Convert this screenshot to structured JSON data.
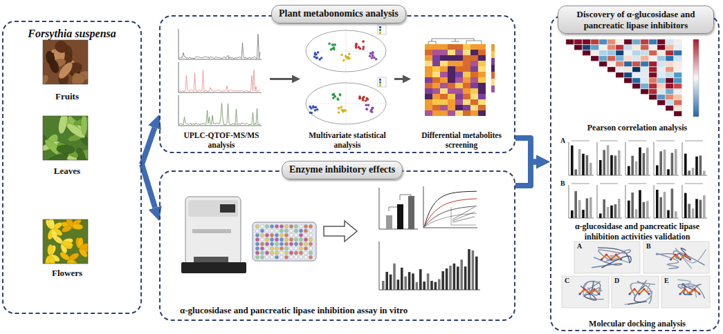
{
  "diagram": {
    "nodes": [
      {
        "text": [
          "Forsythia suspensa"
        ]
      },
      {
        "text": [
          "Fruits"
        ],
        "in": 0
      },
      {
        "text": [
          "Leaves"
        ],
        "in": 0
      },
      {
        "text": [
          "Flowers"
        ],
        "in": 0
      },
      {
        "text": [
          "Plant metabonomics analysis"
        ]
      },
      {
        "text": [
          "UPLC-QTOF-MS/MS analysis"
        ],
        "in": 4
      },
      {
        "text": [
          "Multivariate statistical analysis"
        ],
        "in": 4
      },
      {
        "text": [
          "Differential metabolites screening"
        ],
        "in": 4
      },
      {
        "text": [
          "Enzyme inhibitory effects"
        ]
      },
      {
        "text": [
          "α-glucosidase and pancreatic lipase inhibition assay in vitro"
        ],
        "in": 8
      },
      {
        "text": [
          "Discovery of α-glucosidase and pancreatic lipase inhibitors"
        ]
      },
      {
        "text": [
          "Pearson correlation analysis"
        ],
        "in": 10
      },
      {
        "text": [
          "α-glucosidase and pancreatic lipase inhibition activities validation"
        ],
        "in": 10
      },
      {
        "text": [
          "Molecular docking analysis"
        ],
        "in": 10
      }
    ],
    "edges": [
      {
        "from": 0,
        "to": 4,
        "arrow": "to"
      },
      {
        "from": 0,
        "to": 8,
        "arrow": "to"
      },
      {
        "from": 5,
        "to": 6,
        "arrow": "to"
      },
      {
        "from": 6,
        "to": 7,
        "arrow": "to"
      },
      {
        "from": 4,
        "to": 10,
        "arrow": "to"
      },
      {
        "from": 8,
        "to": 10,
        "arrow": "to"
      }
    ],
    "labels": [
      "A",
      "B",
      "A",
      "B",
      "C",
      "D",
      "E"
    ]
  }
}
